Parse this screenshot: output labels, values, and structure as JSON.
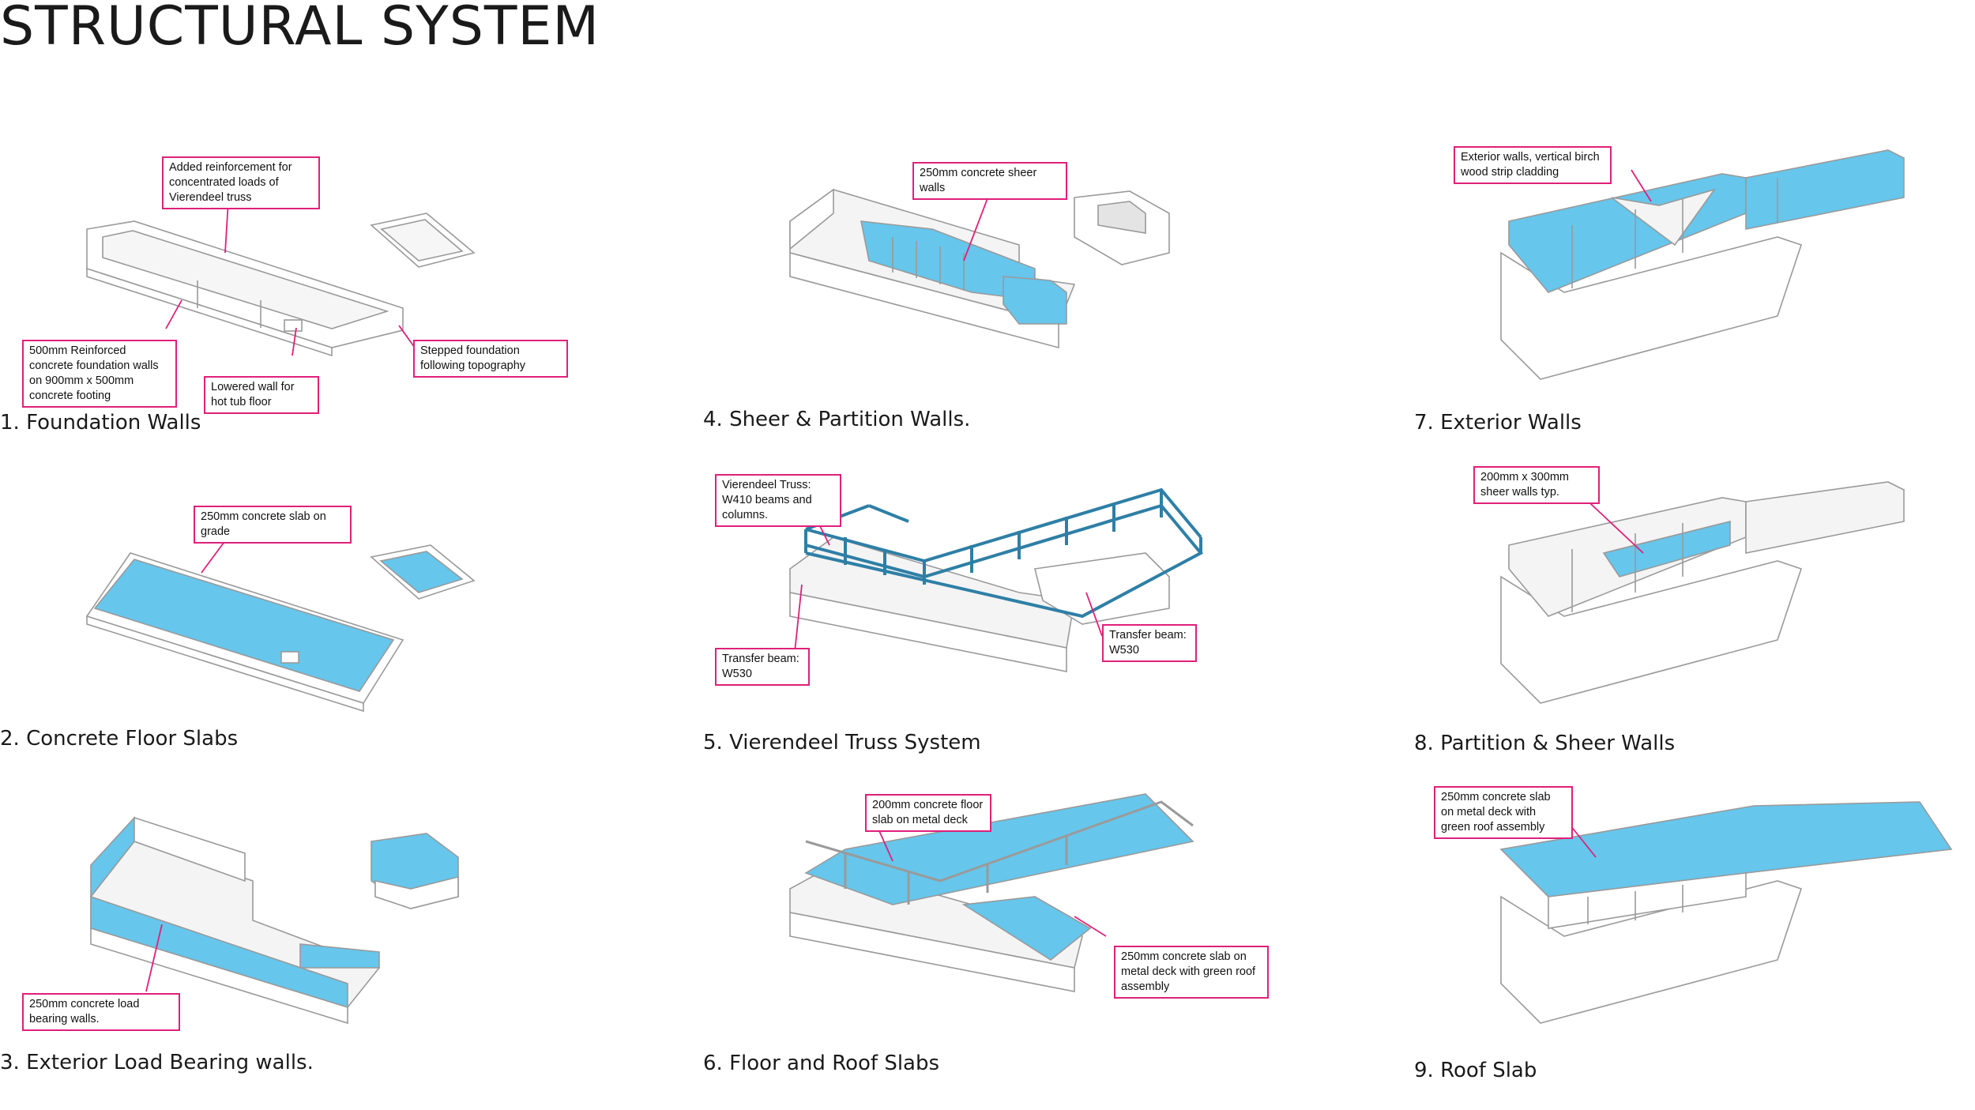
{
  "title": "STRUCTURAL SYSTEM",
  "colors": {
    "accent": "#66c6ec",
    "truss": "#2e7fa6",
    "callout": "#e0207a",
    "line": "#9a9a9a"
  },
  "panels": [
    {
      "caption": "1. Foundation Walls",
      "notes": [
        "Added reinforcement for concentrated loads of Vierendeel truss",
        "500mm Reinforced concrete foundation walls on 900mm x 500mm concrete footing",
        "Lowered wall for hot tub floor",
        "Stepped foundation following topography"
      ]
    },
    {
      "caption": "2. Concrete Floor Slabs",
      "notes": [
        "250mm concrete slab on grade"
      ]
    },
    {
      "caption": "3. Exterior Load Bearing walls.",
      "notes": [
        "250mm concrete load bearing walls."
      ]
    },
    {
      "caption": "4. Sheer & Partition Walls.",
      "notes": [
        "250mm concrete sheer walls"
      ]
    },
    {
      "caption": "5. Vierendeel Truss System",
      "notes": [
        "Vierendeel Truss: W410 beams and columns.",
        "Transfer beam: W530",
        "Transfer beam: W530"
      ]
    },
    {
      "caption": "6. Floor and Roof Slabs",
      "notes": [
        "200mm concrete floor slab on metal deck",
        "250mm concrete slab on metal deck with green roof assembly"
      ]
    },
    {
      "caption": "7. Exterior Walls",
      "notes": [
        "Exterior walls, vertical birch wood strip cladding"
      ]
    },
    {
      "caption": "8. Partition & Sheer Walls",
      "notes": [
        "200mm x 300mm sheer walls typ."
      ]
    },
    {
      "caption": "9. Roof Slab",
      "notes": [
        "250mm concrete slab on metal deck with green roof assembly"
      ]
    }
  ]
}
